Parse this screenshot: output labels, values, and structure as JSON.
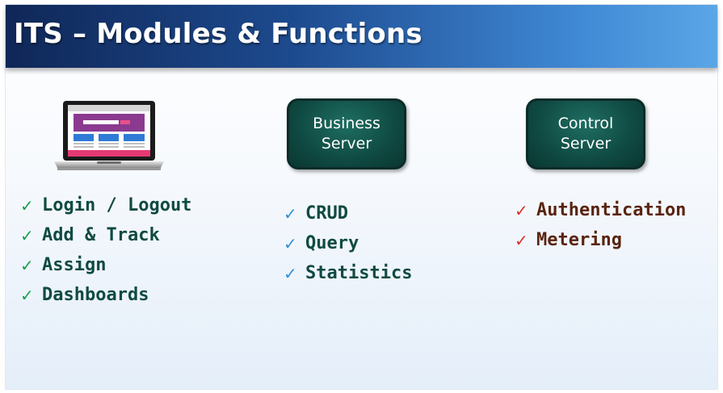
{
  "title": "ITS – Modules & Functions",
  "colors": {
    "item_text": "#0f4a42",
    "check_green": "#1a9e4f",
    "check_blue": "#2f8fd6",
    "check_red": "#d9312b",
    "brown_text": "#5a2410"
  },
  "client": {
    "icon": "laptop-icon",
    "items": [
      "Login / Logout",
      "Add & Track",
      "Assign",
      "Dashboards"
    ]
  },
  "business_server": {
    "label_line1": "Business",
    "label_line2": "Server",
    "items": [
      "CRUD",
      "Query",
      "Statistics"
    ]
  },
  "control_server": {
    "label_line1": "Control",
    "label_line2": "Server",
    "items": [
      "Authentication",
      "Metering"
    ]
  },
  "check_glyph": "✓"
}
